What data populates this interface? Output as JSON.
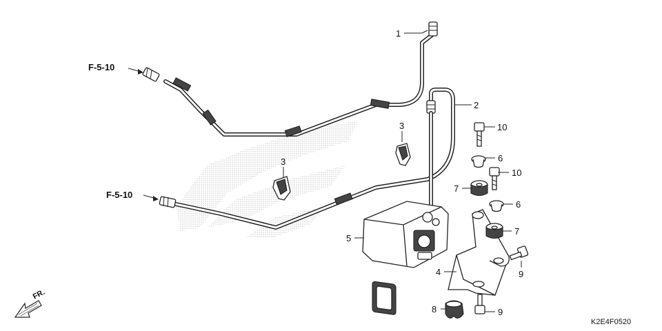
{
  "refs": {
    "upper": "F-5-10",
    "lower": "F-5-10"
  },
  "callouts": {
    "c1": "1",
    "c2": "2",
    "c3a": "3",
    "c3b": "3",
    "c4": "4",
    "c5": "5",
    "c6a": "6",
    "c6b": "6",
    "c7a": "7",
    "c7b": "7",
    "c8": "8",
    "c9a": "9",
    "c9b": "9",
    "c10a": "10",
    "c10b": "10"
  },
  "direction_label": "FR.",
  "diagram_code": "K2E4F0520"
}
